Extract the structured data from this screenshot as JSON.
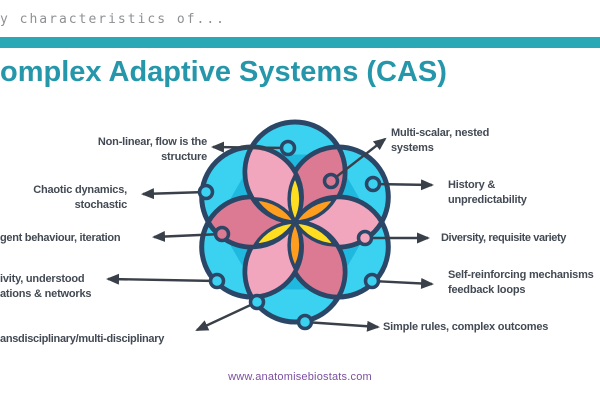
{
  "page": {
    "top_note": "y characteristics of...",
    "title": "omplex Adaptive Systems (CAS)",
    "website": "www.anatomisebiostats.com"
  },
  "labels": {
    "left": [
      {
        "id": "non-linear",
        "lines": [
          "Non-linear, flow is the",
          "structure"
        ]
      },
      {
        "id": "chaotic",
        "lines": [
          "Chaotic dynamics,",
          "stochastic"
        ]
      },
      {
        "id": "emergent",
        "lines": [
          "gent behaviour, iteration"
        ]
      },
      {
        "id": "connectivity",
        "lines": [
          "ivity, understood",
          "ations & networks"
        ]
      },
      {
        "id": "transdisciplinary",
        "lines": [
          "ansdisciplinary/multi-disciplinary"
        ]
      }
    ],
    "right": [
      {
        "id": "multi-scalar",
        "lines": [
          "Multi-scalar, nested",
          "systems"
        ]
      },
      {
        "id": "history",
        "lines": [
          "History &",
          "unpredictability"
        ]
      },
      {
        "id": "diversity",
        "lines": [
          "Diversity, requisite variety"
        ]
      },
      {
        "id": "self-reinforcing",
        "lines": [
          "Self-reinforcing mechanisms",
          "feedback loops"
        ]
      },
      {
        "id": "simple-rules",
        "lines": [
          "Simple rules, complex outcomes"
        ]
      }
    ]
  },
  "colors": {
    "teal_bar": "#2AA8B6",
    "title_teal": "#2697AB",
    "label_text": "#434A54",
    "arrow": "#3A4049",
    "outline_navy": "#2B4666",
    "cyan_light": "#3BD2F1",
    "cyan_dark": "#1FB8DE",
    "pink_light": "#F2A6BE",
    "pink_dark": "#DB7A92",
    "yellow": "#FFDE21",
    "orange": "#FF9D1E",
    "website_purple": "#7B4FA0"
  }
}
